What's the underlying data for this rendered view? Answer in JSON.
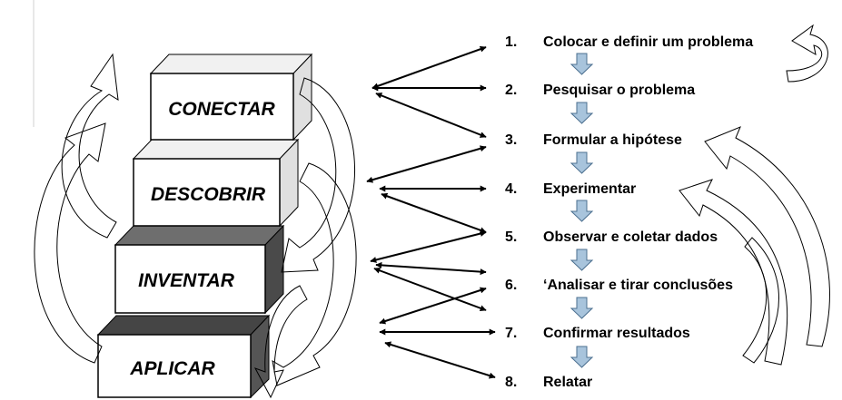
{
  "stairs": [
    {
      "label": "CONECTAR"
    },
    {
      "label": "DESCOBRIR"
    },
    {
      "label": "INVENTAR"
    },
    {
      "label": "APLICAR"
    }
  ],
  "steps": [
    {
      "num": "1.",
      "text": "Colocar e definir um problema"
    },
    {
      "num": "2.",
      "text": "Pesquisar o problema"
    },
    {
      "num": "3.",
      "text": "Formular a hipótese"
    },
    {
      "num": "4.",
      "text": "Experimentar"
    },
    {
      "num": "5.",
      "text": "Observar e coletar dados"
    },
    {
      "num": "6.",
      "text": "‘Analisar e tirar conclusões"
    },
    {
      "num": "7.",
      "text": "Confirmar resultados"
    },
    {
      "num": "8.",
      "text": "Relatar"
    }
  ],
  "colors": {
    "block_face": "#ffffff",
    "block_top_light": "#f1f1f1",
    "block_side_light": "#e0e0e0",
    "block_top_dark": "#6e6e6e",
    "block_side_dark": "#4a4a4a",
    "down_arrow_fill": "#a8c4dc",
    "down_arrow_stroke": "#4b6f8f"
  }
}
